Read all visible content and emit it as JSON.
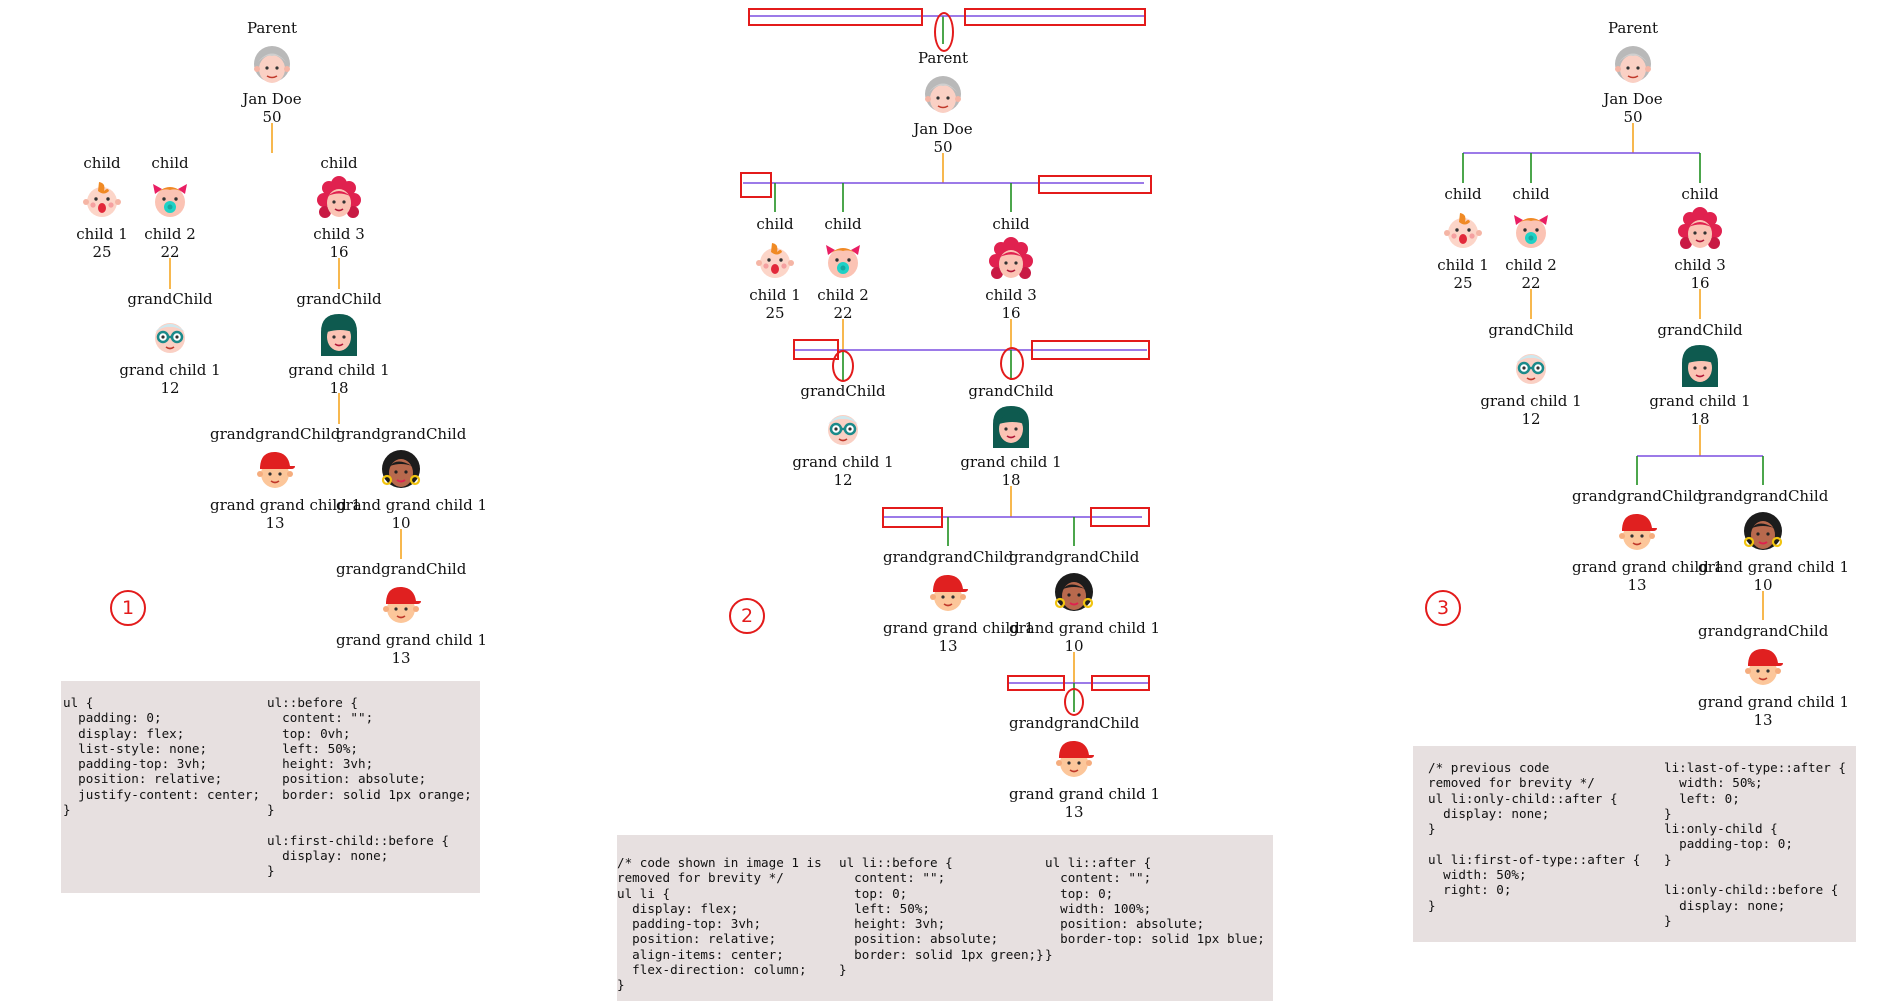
{
  "panels": [
    {
      "badge": "1",
      "nodes": [
        {
          "role": "Parent",
          "name": "Jan Doe",
          "age": "50",
          "avatar": "grandma-icon"
        },
        {
          "role": "child",
          "name": "child 1",
          "age": "25",
          "avatar": "baby-boy-icon"
        },
        {
          "role": "child",
          "name": "child 2",
          "age": "22",
          "avatar": "baby-girl-icon"
        },
        {
          "role": "child",
          "name": "child 3",
          "age": "16",
          "avatar": "curly-girl-icon"
        },
        {
          "role": "grandChild",
          "name": "grand child 1",
          "age": "12",
          "avatar": "glasses-grandpa-icon"
        },
        {
          "role": "grandChild",
          "name": "grand child 1",
          "age": "18",
          "avatar": "dark-hair-woman-icon"
        },
        {
          "role": "grandgrandChild",
          "name": "grand grand child 1",
          "age": "13",
          "avatar": "red-cap-boy-icon"
        },
        {
          "role": "grandgrandChild",
          "name": "grand grand child 1",
          "age": "10",
          "avatar": "earring-woman-icon"
        },
        {
          "role": "grandgrandChild",
          "name": "grand grand child 1",
          "age": "13",
          "avatar": "red-cap-boy-icon"
        }
      ],
      "code_columns": [
        "ul {\n  padding: 0;\n  display: flex;\n  list-style: none;\n  padding-top: 3vh;\n  position: relative;\n  justify-content: center;\n}",
        "ul::before {\n  content: \"\";\n  top: 0vh;\n  left: 50%;\n  height: 3vh;\n  position: absolute;\n  border: solid 1px orange;\n}\n\nul:first-child::before {\n  display: none;\n}"
      ]
    },
    {
      "badge": "2",
      "nodes": [
        {
          "role": "Parent",
          "name": "Jan Doe",
          "age": "50",
          "avatar": "grandma-icon"
        },
        {
          "role": "child",
          "name": "child 1",
          "age": "25",
          "avatar": "baby-boy-icon"
        },
        {
          "role": "child",
          "name": "child 2",
          "age": "22",
          "avatar": "baby-girl-icon"
        },
        {
          "role": "child",
          "name": "child 3",
          "age": "16",
          "avatar": "curly-girl-icon"
        },
        {
          "role": "grandChild",
          "name": "grand child 1",
          "age": "12",
          "avatar": "glasses-grandpa-icon"
        },
        {
          "role": "grandChild",
          "name": "grand child 1",
          "age": "18",
          "avatar": "dark-hair-woman-icon"
        },
        {
          "role": "grandgrandChild",
          "name": "grand grand child 1",
          "age": "13",
          "avatar": "red-cap-boy-icon"
        },
        {
          "role": "grandgrandChild",
          "name": "grand grand child 1",
          "age": "10",
          "avatar": "earring-woman-icon"
        },
        {
          "role": "grandgrandChild",
          "name": "grand grand child 1",
          "age": "13",
          "avatar": "red-cap-boy-icon"
        }
      ],
      "code_columns": [
        "/* code shown in image 1 is\nremoved for brevity */\nul li {\n  display: flex;\n  padding-top: 3vh;\n  position: relative;\n  align-items: center;\n  flex-direction: column;\n}",
        "ul li::before {\n  content: \"\";\n  top: 0;\n  left: 50%;\n  height: 3vh;\n  position: absolute;\n  border: solid 1px green;}\n}",
        "ul li::after {\n  content: \"\";\n  top: 0;\n  width: 100%;\n  position: absolute;\n  border-top: solid 1px blue;\n}"
      ]
    },
    {
      "badge": "3",
      "nodes": [
        {
          "role": "Parent",
          "name": "Jan Doe",
          "age": "50",
          "avatar": "grandma-icon"
        },
        {
          "role": "child",
          "name": "child 1",
          "age": "25",
          "avatar": "baby-boy-icon"
        },
        {
          "role": "child",
          "name": "child 2",
          "age": "22",
          "avatar": "baby-girl-icon"
        },
        {
          "role": "child",
          "name": "child 3",
          "age": "16",
          "avatar": "curly-girl-icon"
        },
        {
          "role": "grandChild",
          "name": "grand child 1",
          "age": "12",
          "avatar": "glasses-grandpa-icon"
        },
        {
          "role": "grandChild",
          "name": "grand child 1",
          "age": "18",
          "avatar": "dark-hair-woman-icon"
        },
        {
          "role": "grandgrandChild",
          "name": "grand grand child 1",
          "age": "13",
          "avatar": "red-cap-boy-icon"
        },
        {
          "role": "grandgrandChild",
          "name": "grand grand child 1",
          "age": "10",
          "avatar": "earring-woman-icon"
        },
        {
          "role": "grandgrandChild",
          "name": "grand grand child 1",
          "age": "13",
          "avatar": "red-cap-boy-icon"
        }
      ],
      "code_columns": [
        "/* previous code\nremoved for brevity */\nul li:only-child::after {\n  display: none;\n}\n\nul li:first-of-type::after {\n  width: 50%;\n  right: 0;\n}",
        "li:last-of-type::after {\n  width: 50%;\n  left: 0;\n}\nli:only-child {\n  padding-top: 0;\n}\n\nli:only-child::before {\n  display: none;\n}"
      ]
    }
  ],
  "colors": {
    "parent_connector": "#f5a623",
    "child_connector": "#1f8f1f",
    "sibling_connector": "#7b4fe0",
    "highlight": "#e31b1b",
    "code_background": "#e7e0e0"
  }
}
